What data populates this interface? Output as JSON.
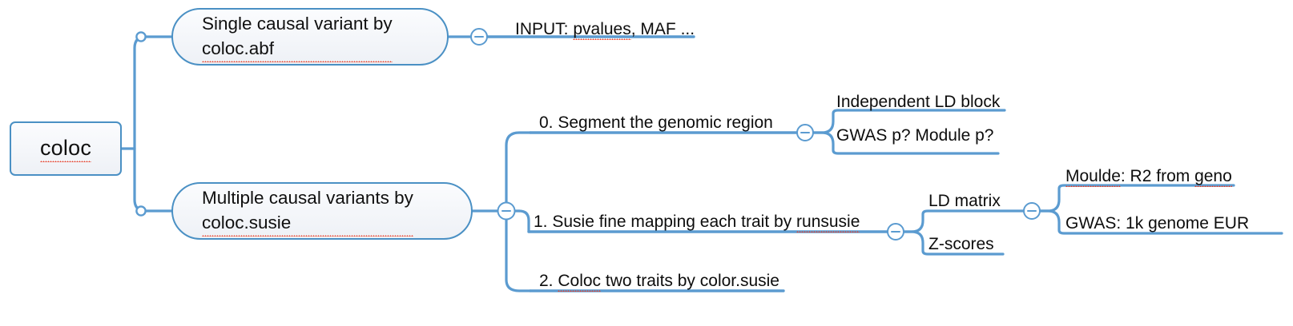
{
  "app": {
    "type": "mind-map",
    "background": "#ffffff"
  },
  "theme": {
    "line_color": "#5b9bd0",
    "node_border": "#4a90c4",
    "node_fill_top": "#fbfcfe",
    "node_fill_bottom": "#eef1f6",
    "text_color": "#101010",
    "spellcheck_underline": "#e8402a",
    "collapse_marker": "minus"
  },
  "root": {
    "label": "coloc",
    "spellchecked": true
  },
  "branches": [
    {
      "id": "single-causal",
      "label_line1": "Single causal variant by",
      "label_line2": "coloc.abf",
      "spellchecked_part": "coloc.abf",
      "collapse_toggle": "minus",
      "children": [
        {
          "id": "input-pvalues",
          "label": "INPUT: pvalues, MAF ...",
          "spellchecked_part": "pvalues"
        }
      ]
    },
    {
      "id": "multiple-causal",
      "label_line1": "Multiple causal variants by",
      "label_line2": "coloc.susie",
      "spellchecked_part": "coloc.susie",
      "collapse_toggle": "minus",
      "children": [
        {
          "id": "step-0",
          "label": "0. Segment the genomic region",
          "collapse_toggle": "minus",
          "children": [
            {
              "id": "independent-ld-block",
              "label": "Independent LD block"
            },
            {
              "id": "gwas-p-module-p",
              "label": "GWAS p? Module p?"
            }
          ]
        },
        {
          "id": "step-1",
          "label": "1. Susie fine mapping each trait by runsusie",
          "spellchecked_part": "runsusie",
          "collapse_toggle": "minus",
          "children": [
            {
              "id": "ld-matrix",
              "label": "LD matrix",
              "collapse_toggle": "minus",
              "children": [
                {
                  "id": "moulde-r2-from-geno",
                  "label": "Moulde: R2 from geno",
                  "spellchecked_part": "Moulde, geno"
                },
                {
                  "id": "gwas-1k-genome-eur",
                  "label": "GWAS: 1k genome EUR"
                }
              ]
            },
            {
              "id": "z-scores",
              "label": "Z-scores"
            }
          ]
        },
        {
          "id": "step-2",
          "label": "2. Coloc two traits by color.susie",
          "spellchecked_part": "Coloc"
        }
      ]
    }
  ]
}
